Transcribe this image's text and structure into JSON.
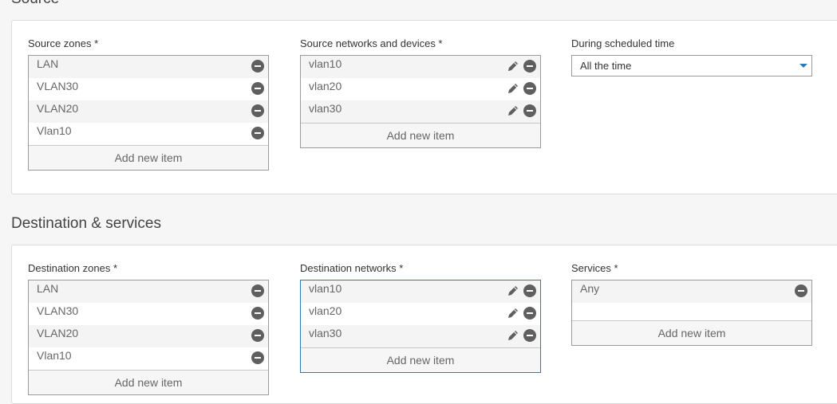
{
  "source": {
    "title": "Source",
    "zones": {
      "label": "Source zones *",
      "items": [
        "LAN",
        "VLAN30",
        "VLAN20",
        "Vlan10"
      ],
      "add_label": "Add new item"
    },
    "networks": {
      "label": "Source networks and devices *",
      "items": [
        "vlan10",
        "vlan20",
        "vlan30"
      ],
      "add_label": "Add new item"
    },
    "schedule": {
      "label": "During scheduled time",
      "value": "All the time"
    }
  },
  "destination": {
    "title": "Destination & services",
    "zones": {
      "label": "Destination zones *",
      "items": [
        "LAN",
        "VLAN30",
        "VLAN20",
        "Vlan10"
      ],
      "add_label": "Add new item"
    },
    "networks": {
      "label": "Destination networks *",
      "items": [
        "vlan10",
        "vlan20",
        "vlan30"
      ],
      "add_label": "Add new item"
    },
    "services": {
      "label": "Services *",
      "items": [
        "Any"
      ],
      "add_label": "Add new item"
    }
  },
  "icons": {
    "remove": "remove-circle-icon",
    "edit": "pencil-icon",
    "dropdown": "chevron-down-icon"
  },
  "colors": {
    "accent": "#2b7ab8",
    "icon": "#5f5f5f"
  }
}
